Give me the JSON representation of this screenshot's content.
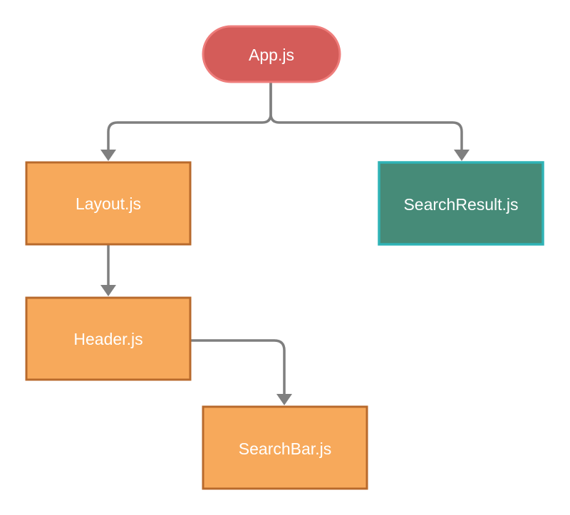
{
  "colors": {
    "root_fill": "#d45c59",
    "root_stroke": "#ee7d7b",
    "component_fill": "#f7a95b",
    "component_stroke": "#b86a2c",
    "result_fill": "#468b78",
    "result_stroke": "#2fb3b6",
    "connector": "#7f7f7f"
  },
  "nodes": {
    "app": {
      "label": "App.js"
    },
    "layout": {
      "label": "Layout.js"
    },
    "search_result": {
      "label": "SearchResult.js"
    },
    "header": {
      "label": "Header.js"
    },
    "search_bar": {
      "label": "SearchBar.js"
    }
  },
  "edges": [
    {
      "from": "App.js",
      "to": "Layout.js"
    },
    {
      "from": "App.js",
      "to": "SearchResult.js"
    },
    {
      "from": "Layout.js",
      "to": "Header.js"
    },
    {
      "from": "Header.js",
      "to": "SearchBar.js"
    }
  ]
}
